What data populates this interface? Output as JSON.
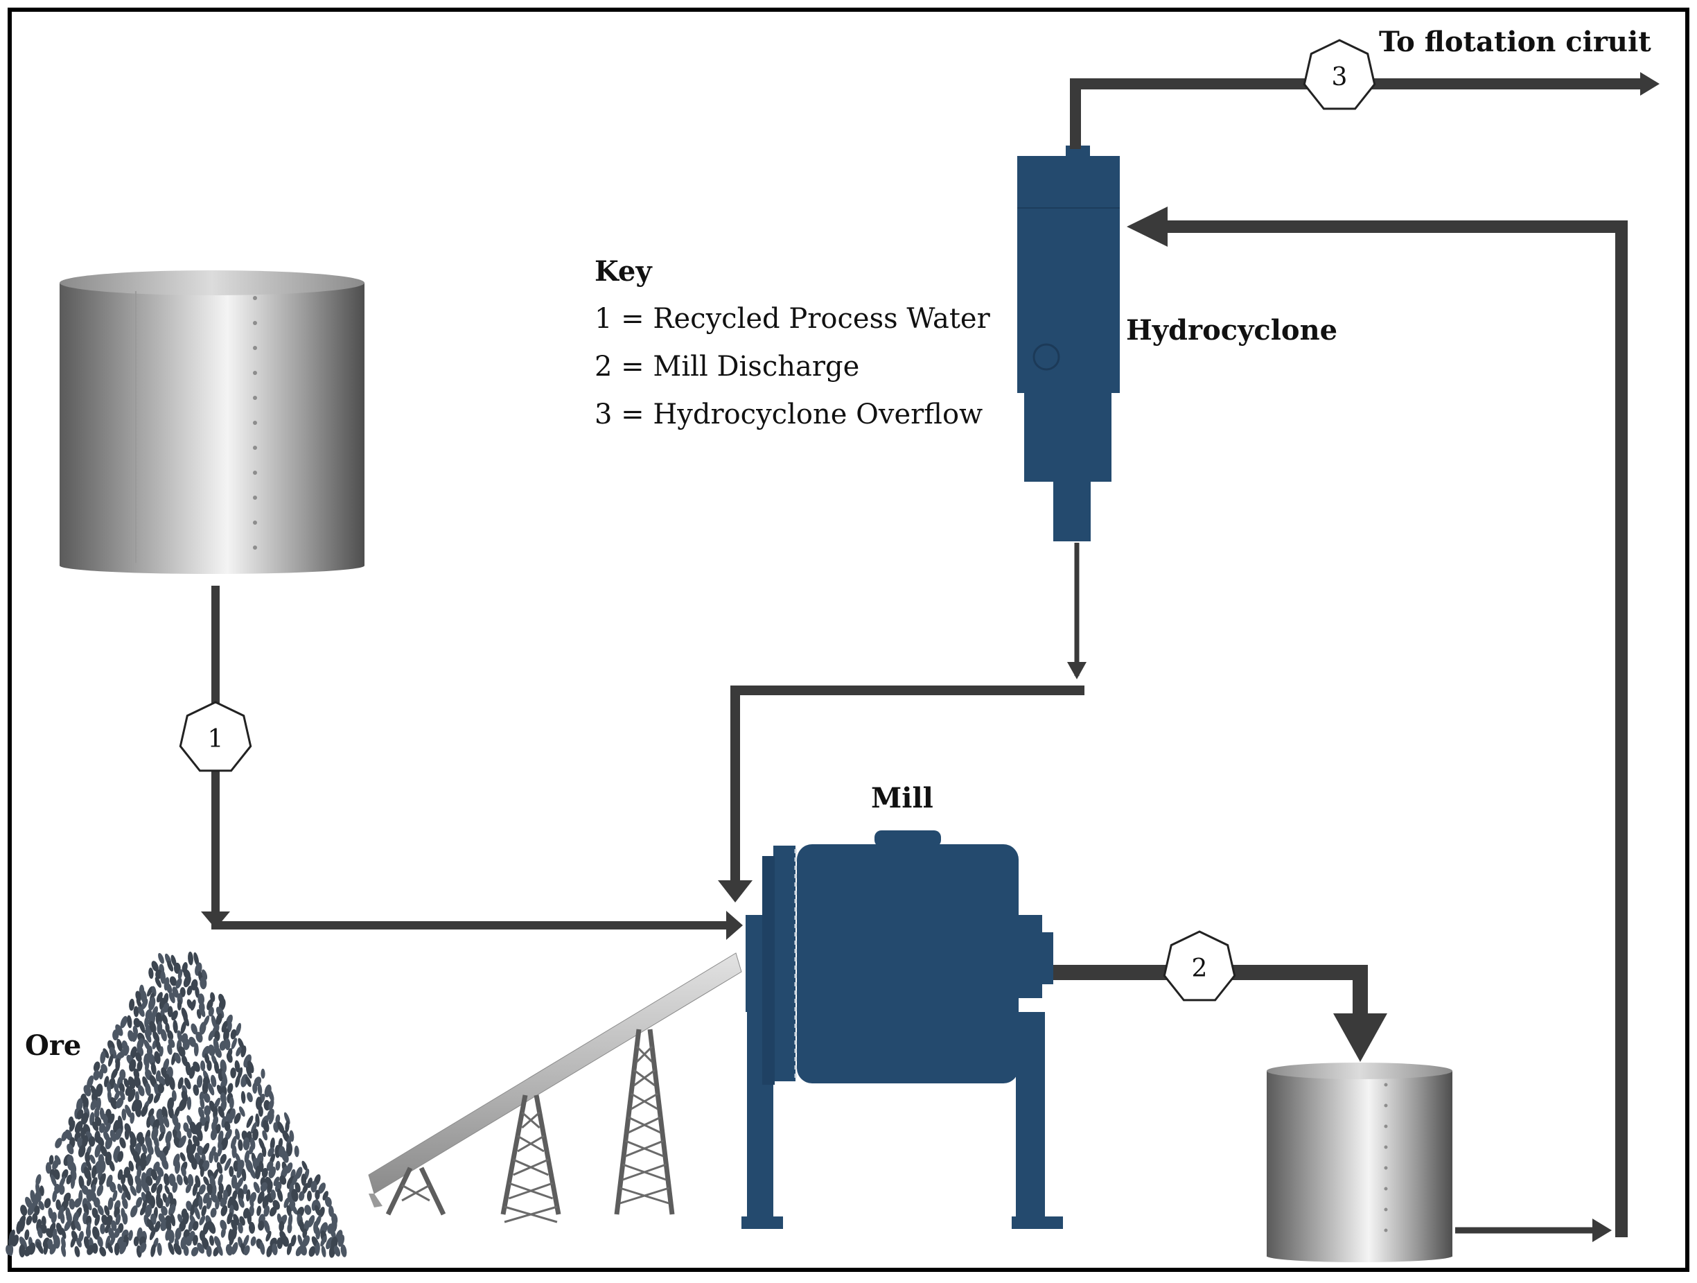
{
  "labels": {
    "flotation": "To flotation ciruit",
    "hydrocyclone": "Hydrocyclone",
    "mill": "Mill",
    "ore": "Ore"
  },
  "key": {
    "title": "Key",
    "items": [
      "1 = Recycled Process Water",
      "2 = Mill Discharge",
      "3 = Hydrocyclone Overflow"
    ]
  },
  "streams": [
    "1",
    "2",
    "3"
  ],
  "colors": {
    "pipe": "#3a3a3a",
    "equipment": "#244a6e",
    "frame": "#000000",
    "ore": "#3c4550"
  }
}
